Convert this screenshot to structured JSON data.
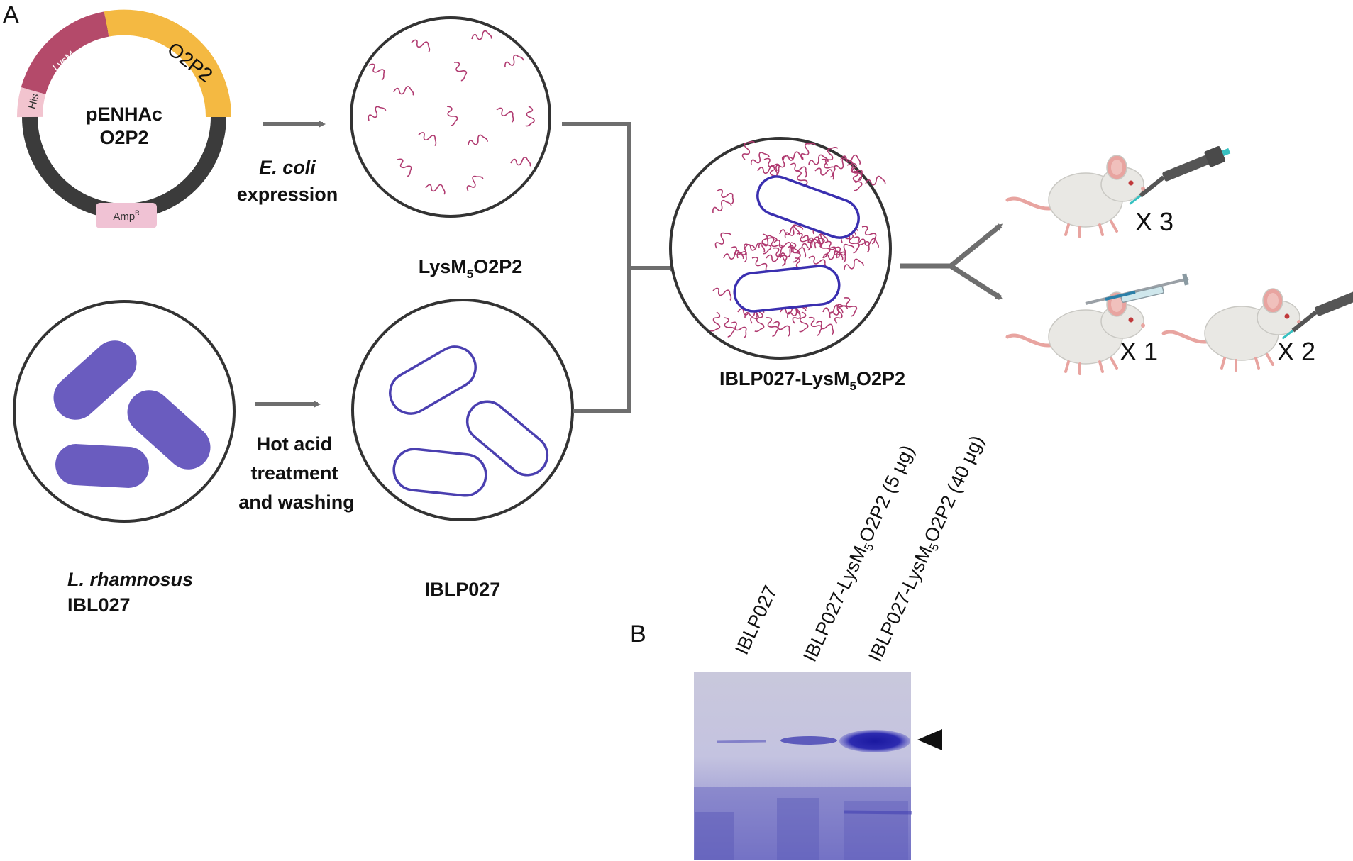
{
  "panel_a": {
    "letter": "A",
    "plasmid": {
      "name_line1": "pENHAc",
      "name_line2": "O2P2",
      "segments": {
        "o2p2": "O2P2",
        "lysm": "LysM",
        "lysm_sub": "5",
        "his": "His",
        "amp": "Amp",
        "amp_sup": "R"
      },
      "colors": {
        "o2p2": "#f4b942",
        "lysm": "#b44a6a",
        "his": "#f2c4cf",
        "amp": "#f0c2d4",
        "backbone": "#3b3b3b"
      }
    },
    "steps": {
      "ecoli_italic": "E. coli",
      "ecoli_rest": "expression",
      "hot_acid_line1": "Hot acid",
      "hot_acid_line2": "treatment",
      "hot_acid_line3": "and washing"
    },
    "labels": {
      "lysm_pre": "LysM",
      "lysm_sub": "5",
      "lysm_post": "O2P2",
      "rhamnosus_italic": "L. rhamnosus",
      "rhamnosus_strain": "IBL027",
      "iblp027": "IBLP027",
      "complex_pre": "IBLP027-LysM",
      "complex_sub": "5",
      "complex_post": "O2P2"
    },
    "immunization": {
      "group1": "X 3",
      "group2a": "X 1",
      "group2b": "X 2"
    },
    "colors": {
      "bacteria": "#6a5cbf",
      "ghost_outline": "#4a3fb0",
      "protein": "#b03a70",
      "arrow": "#6e6e6e",
      "mouse_body": "#e9e8e4",
      "mouse_pink": "#e8a4a0",
      "device": "#555555",
      "device_tip": "#37c1c1"
    }
  },
  "panel_b": {
    "letter": "B",
    "lanes": [
      {
        "pre": "IBLP027",
        "sub": "",
        "post": ""
      },
      {
        "pre": "IBLP027-LysM",
        "sub": "5",
        "post": "O2P2 (5 μg)"
      },
      {
        "pre": "IBLP027-LysM",
        "sub": "5",
        "post": "O2P2 (40 μg)"
      }
    ],
    "colors": {
      "gel_bg": "#cfcfe4",
      "band": "#2b2aa8",
      "marker": "#111111"
    }
  }
}
